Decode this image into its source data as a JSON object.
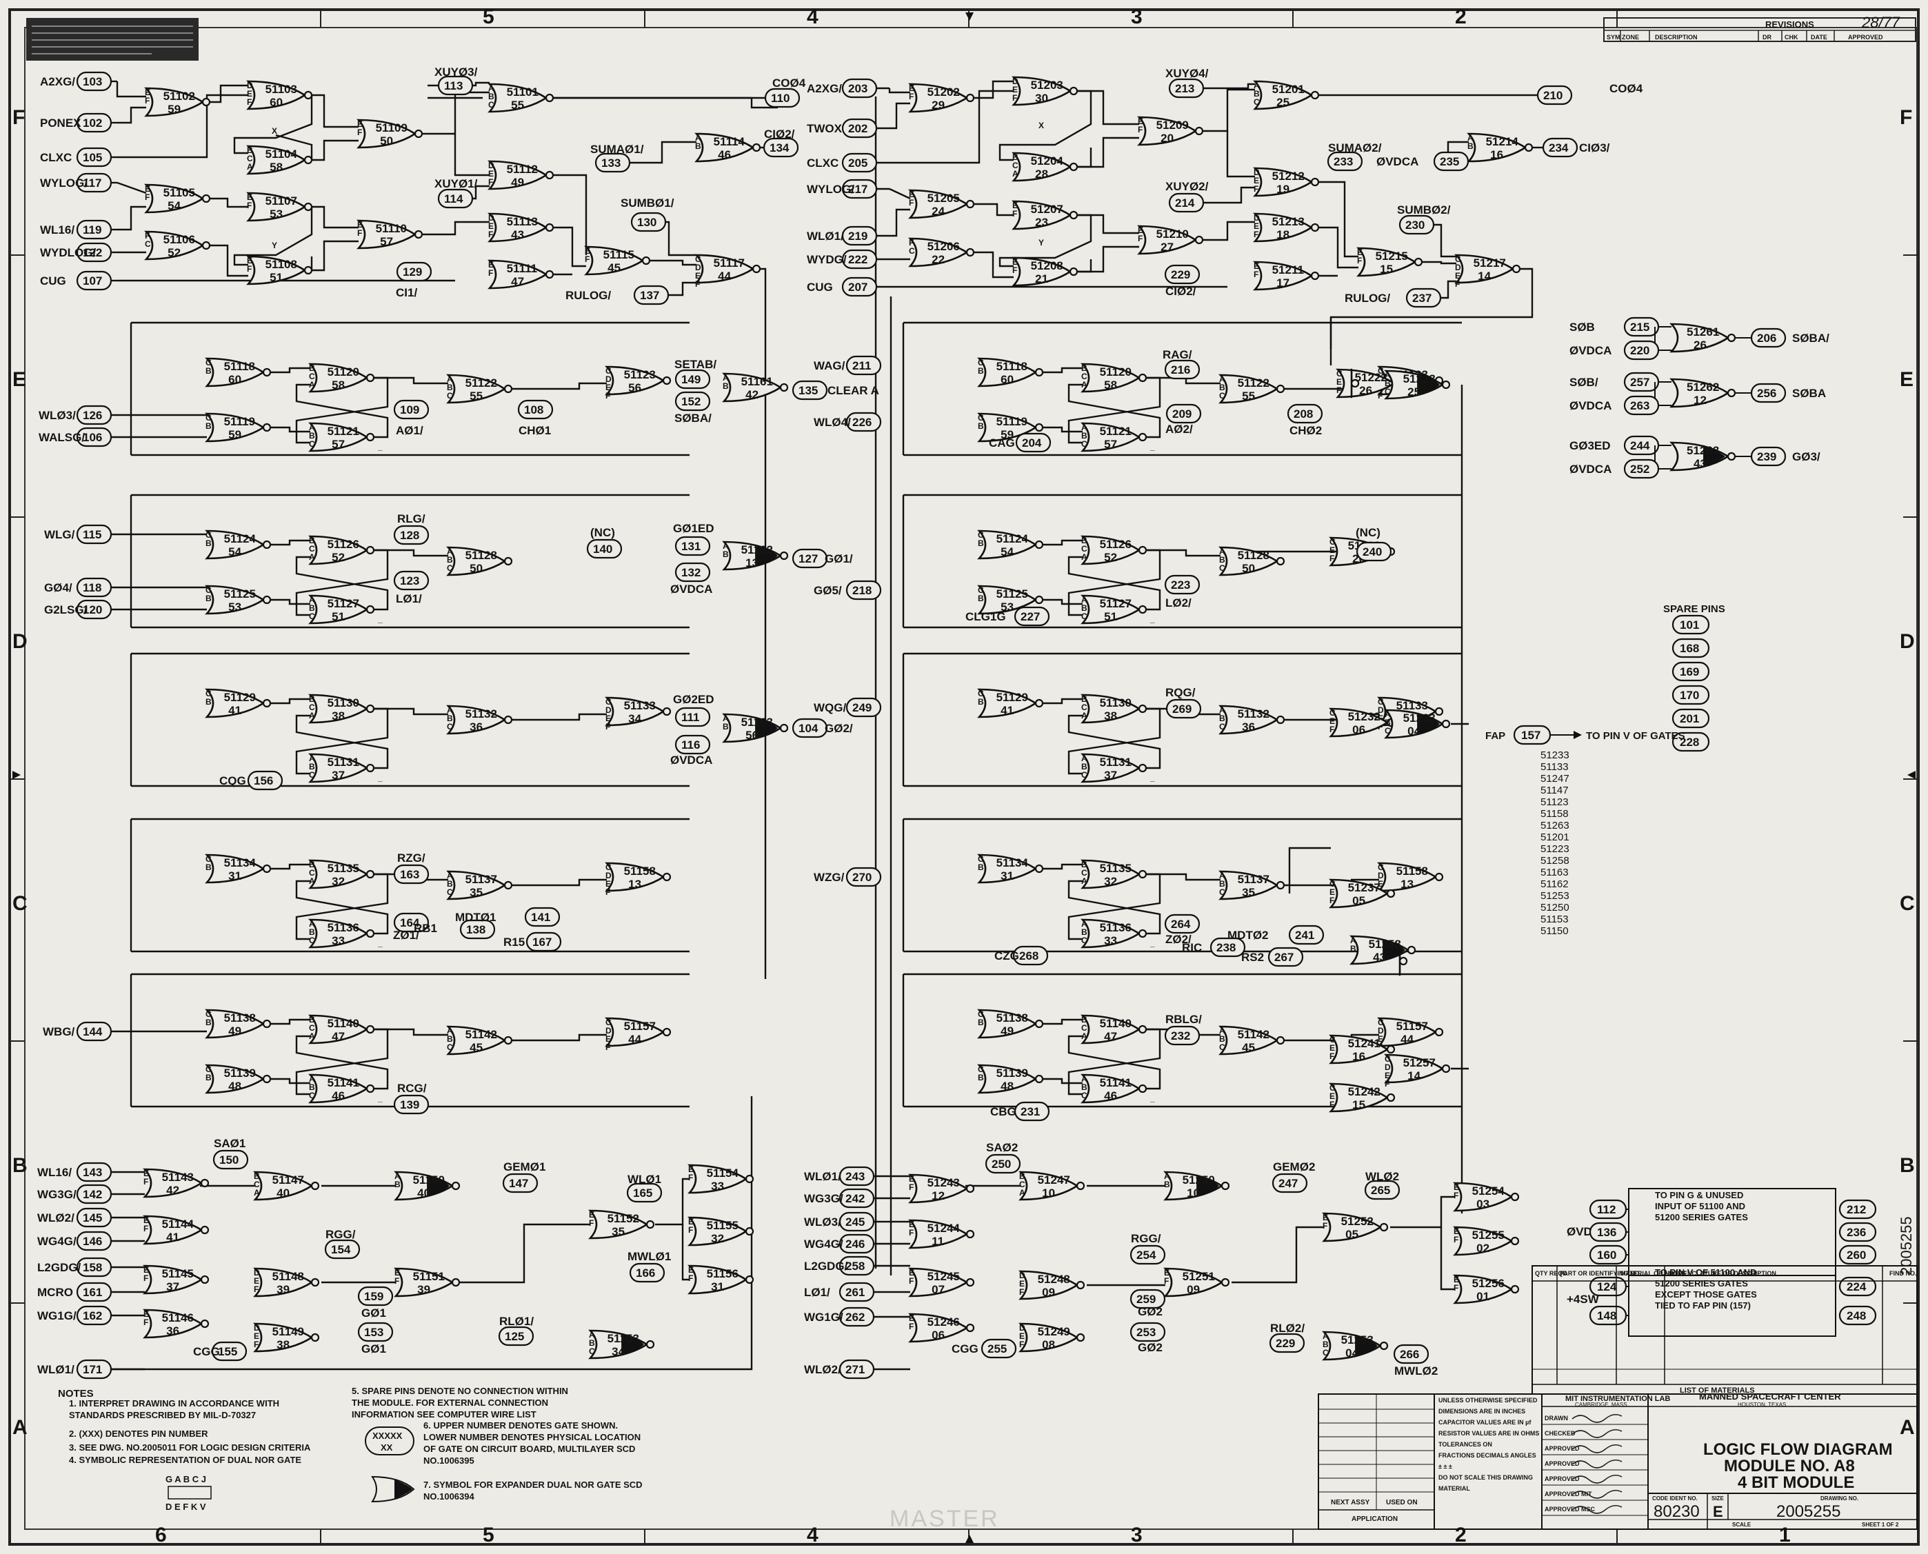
{
  "zones": {
    "top": [
      "5",
      "4",
      "3",
      "2"
    ],
    "bottom": [
      "6",
      "5",
      "4",
      "3",
      "2",
      "1"
    ],
    "left": [
      "F",
      "E",
      "D",
      "C",
      "B",
      "A"
    ]
  },
  "revisions": {
    "title": "REVISIONS",
    "headers": [
      "SYM",
      "ZONE",
      "DESCRIPTION",
      "DR",
      "CHK",
      "DATE",
      "APPROVED"
    ]
  },
  "modules": [
    {
      "inputs": [
        [
          "A2XG/",
          "103"
        ],
        [
          "PONEX",
          "102"
        ],
        [
          "CLXC",
          "105"
        ],
        [
          "WYLOG/",
          "117"
        ],
        [
          "WL16/",
          "119"
        ],
        [
          "WYDLOG/",
          "122"
        ],
        [
          "CUG",
          "107"
        ]
      ],
      "gates": [
        [
          "51102",
          "59"
        ],
        [
          "51103",
          "60"
        ],
        [
          "51104",
          "58"
        ],
        [
          "51105",
          "54"
        ],
        [
          "51107",
          "53"
        ],
        [
          "51106",
          "52"
        ],
        [
          "51108",
          "51"
        ],
        [
          "51109",
          "50"
        ],
        [
          "51110",
          "57"
        ],
        [
          "51101",
          "55"
        ],
        [
          "51112",
          "49"
        ],
        [
          "51113",
          "43"
        ],
        [
          "51111",
          "47"
        ],
        [
          "51114",
          "46"
        ],
        [
          "51115",
          "45"
        ],
        [
          "51117",
          "44"
        ]
      ],
      "pins": [
        [
          "XUYØ3/",
          "113"
        ],
        [
          "XUYØ1/",
          "114"
        ],
        [
          "SUMAØ1/",
          "133"
        ],
        [
          "SUMBØ1/",
          "130"
        ],
        [
          "RULOG/",
          "137"
        ],
        [
          "CI1/",
          "129"
        ],
        [
          "COØ4",
          "110"
        ],
        [
          "CIØ2/",
          "134"
        ]
      ]
    },
    {
      "inputs": [
        [
          "A2XG/",
          "203"
        ],
        [
          "TWOX",
          "202"
        ],
        [
          "CLXC",
          "205"
        ],
        [
          "WYLOG/",
          "217"
        ],
        [
          "WLØ1/",
          "219"
        ],
        [
          "WYDG/",
          "222"
        ],
        [
          "CUG",
          "207"
        ]
      ],
      "gates": [
        [
          "51202",
          "29"
        ],
        [
          "51203",
          "30"
        ],
        [
          "51204",
          "28"
        ],
        [
          "51205",
          "24"
        ],
        [
          "51207",
          "23"
        ],
        [
          "51206",
          "22"
        ],
        [
          "51208",
          "21"
        ],
        [
          "51209",
          "20"
        ],
        [
          "51210",
          "27"
        ],
        [
          "51201",
          "25"
        ],
        [
          "51212",
          "19"
        ],
        [
          "51213",
          "18"
        ],
        [
          "51211",
          "17"
        ],
        [
          "51214",
          "16"
        ],
        [
          "51215",
          "15"
        ],
        [
          "51217",
          "14"
        ]
      ],
      "pins": [
        [
          "XUYØ4/",
          "213"
        ],
        [
          "XUYØ2/",
          "214"
        ],
        [
          "SUMAØ2/",
          "233"
        ],
        [
          "ØVDCA",
          "235"
        ],
        [
          "SUMBØ2/",
          "230"
        ],
        [
          "RULOG/",
          "237"
        ],
        [
          "CIØ2/",
          "229"
        ],
        [
          "COØ4",
          "210"
        ],
        [
          "CIØ3/",
          "234"
        ]
      ]
    }
  ],
  "registers": [
    {
      "inputs": [
        [
          "WLØ3/",
          "126"
        ],
        [
          "WALSG/",
          "106"
        ]
      ],
      "gates": [
        [
          "51118",
          "60"
        ],
        [
          "51119",
          "59"
        ],
        [
          "51120",
          "58"
        ],
        [
          "51121",
          "57"
        ],
        [
          "51122",
          "55"
        ],
        [
          "51123",
          "56"
        ]
      ],
      "pins": [
        [
          "AØ1/",
          "109"
        ],
        [
          "CHØ1",
          "108"
        ]
      ]
    },
    {
      "inputs": [
        [
          "WLG/",
          "115"
        ],
        [
          "GØ4/",
          "118"
        ],
        [
          "G2LSG/",
          "120"
        ]
      ],
      "gates": [
        [
          "51124",
          "54"
        ],
        [
          "51125",
          "53"
        ],
        [
          "51126",
          "52"
        ],
        [
          "51127",
          "51"
        ],
        [
          "51128",
          "50"
        ]
      ],
      "pins": [
        [
          "RLG/",
          "128"
        ],
        [
          "LØ1/",
          "123"
        ],
        [
          "(NC)",
          "140"
        ]
      ]
    },
    {
      "inputs": [
        [
          "CQG",
          "156"
        ]
      ],
      "gates": [
        [
          "51129",
          "41"
        ],
        [
          "51130",
          "38"
        ],
        [
          "51131",
          "37"
        ],
        [
          "51132",
          "36"
        ],
        [
          "51133",
          "34"
        ]
      ],
      "pins": []
    },
    {
      "inputs": [],
      "gates": [
        [
          "51134",
          "31"
        ],
        [
          "51135",
          "32"
        ],
        [
          "51136",
          "33"
        ],
        [
          "51137",
          "35"
        ],
        [
          "51158",
          "13"
        ]
      ],
      "pins": [
        [
          "RZG/",
          "163"
        ],
        [
          "ZØ1/",
          "164"
        ],
        [
          "MDTØ1",
          "141"
        ],
        [
          "RB1",
          "138"
        ],
        [
          "R15",
          "167"
        ]
      ]
    },
    {
      "inputs": [
        [
          "WBG/",
          "144"
        ]
      ],
      "gates": [
        [
          "51138",
          "49"
        ],
        [
          "51139",
          "48"
        ],
        [
          "51140",
          "47"
        ],
        [
          "51141",
          "46"
        ],
        [
          "51142",
          "45"
        ],
        [
          "51157",
          "44"
        ]
      ],
      "pins": [
        [
          "RCG/",
          "139"
        ]
      ]
    }
  ],
  "spare_pins": {
    "title": "SPARE PINS",
    "pins": [
      "101",
      "168",
      "169",
      "170",
      "201",
      "228"
    ]
  },
  "fap": {
    "label": "FAP",
    "pin": "157",
    "text": "TO PIN V OF GATES",
    "gates": [
      "51233",
      "51133",
      "51247",
      "51147",
      "51123",
      "51158",
      "51263",
      "51201",
      "51223",
      "51258",
      "51163",
      "51162",
      "51253",
      "51250",
      "51153",
      "51150"
    ]
  },
  "expander": [
    [
      "SØB",
      "215",
      "51261",
      "26",
      "206",
      "SØBA/"
    ],
    [
      "ØVDCA",
      "220",
      "",
      "",
      "",
      ""
    ],
    [
      "SØB/",
      "257",
      "51262",
      "12",
      "256",
      "SØBA"
    ],
    [
      "ØVDCA",
      "263",
      "",
      "",
      "",
      ""
    ],
    [
      "GØ3ED",
      "244",
      "51263",
      "43",
      "239",
      "GØ3/"
    ],
    [
      "ØVDCA",
      "252",
      "",
      "",
      "",
      ""
    ]
  ],
  "pin_groups": [
    {
      "label": "ØVDCA",
      "pins_in": [
        "112",
        "136",
        "160"
      ],
      "text": "TO PIN G & UNUSED INPUT OF 51100 AND 51200 SERIES GATES",
      "pins_out": [
        "212",
        "236",
        "260"
      ]
    },
    {
      "label": "+4SW",
      "pins_in": [
        "124",
        "148"
      ],
      "text": "TO PIN V OF 51100 AND 51200 SERIES GATES EXCEPT THOSE GATES TIED TO FAP PIN (157)",
      "pins_out": [
        "224",
        "248"
      ]
    }
  ],
  "notes": {
    "title": "NOTES",
    "items": [
      "1. INTERPRET DRAWING IN ACCORDANCE WITH STANDARDS PRESCRIBED BY MIL-D-70327",
      "2. (XXX) DENOTES PIN NUMBER",
      "3. SEE DWG. NO.2005011 FOR LOGIC DESIGN CRITERIA",
      "4. SYMBOLIC REPRESENTATION OF DUAL NOR GATE",
      "5. SPARE PINS DENOTE NO CONNECTION WITHIN THE MODULE. FOR EXTERNAL CONNECTION INFORMATION SEE COMPUTER WIRE LIST",
      "6. UPPER NUMBER DENOTES GATE SHOWN. LOWER NUMBER DENOTES PHYSICAL LOCATION OF GATE ON CIRCUIT BOARD, MULTILAYER SCD NO.1006395",
      "7. SYMBOL FOR EXPANDER DUAL NOR GATE SCD NO.1006394"
    ],
    "gate_pins_top": "G A B C J",
    "gate_pins_bottom": "D E F K V",
    "placeholder_upper": "XXXXX",
    "placeholder_lower": "XX"
  },
  "title_block": {
    "lab": "MIT INSTRUMENTATION LAB",
    "lab_loc": "CAMBRIDGE, MASS.",
    "center": "MANNED SPACECRAFT CENTER",
    "center_loc": "HOUSTON, TEXAS",
    "title1": "LOGIC FLOW DIAGRAM",
    "title2": "MODULE NO. A8",
    "title3": "4 BIT MODULE",
    "code_ident_label": "CODE IDENT NO.",
    "code_ident": "80230",
    "size_label": "SIZE",
    "size": "E",
    "drawing_no_label": "DRAWING NO.",
    "drawing_no": "2005255",
    "side_number": "2005255",
    "scale_label": "SCALE",
    "sheet": "SHEET 1 OF 2",
    "watermark": "MASTER",
    "revision_mark": "28/77",
    "tolerances": [
      "UNLESS OTHERWISE SPECIFIED",
      "DIMENSIONS ARE IN INCHES",
      "CAPACITOR VALUES ARE IN µf",
      "RESISTOR VALUES ARE IN OHMS",
      "TOLERANCES ON",
      "FRACTIONS   DECIMALS   ANGLES",
      "±          ±          ±",
      "DO NOT SCALE THIS DRAWING",
      "MATERIAL"
    ],
    "signers": [
      "DRAWN",
      "CHECKED",
      "APPROVED",
      "APPROVED",
      "APPROVED",
      "APPROVED MIT",
      "APPROVED MSC"
    ],
    "next_assy": "NEXT ASSY",
    "used_on": "USED ON",
    "application": "APPLICATION",
    "materials_title": "LIST OF MATERIALS",
    "materials_headers": [
      "QTY REQD",
      "PART OR IDENTIFYING NO.",
      "MATERIAL OR NOTES",
      "NOMENCLATURE OR DESCRIPTION",
      "FIND NO."
    ]
  }
}
